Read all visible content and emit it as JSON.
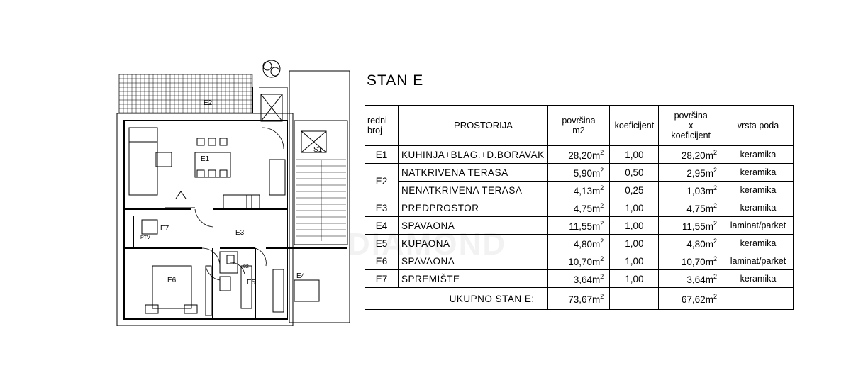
{
  "plan": {
    "room_labels": [
      "E1",
      "E2",
      "E3",
      "E4",
      "E5",
      "E6",
      "E7",
      "S1"
    ],
    "equipment_label": "PTV",
    "dimension": "82"
  },
  "title": "STAN E",
  "table": {
    "headers": {
      "num": [
        "redni",
        "broj"
      ],
      "name": "PROSTORIJA",
      "area": [
        "površina",
        "m2"
      ],
      "coef": "koeficijent",
      "prod": [
        "površina",
        "x",
        "koeficijent"
      ],
      "floor": "vrsta poda"
    },
    "unit": "m",
    "unit_exp": "2",
    "groups": [
      {
        "num": "E1",
        "rows": [
          {
            "name": "KUHINJA+BLAG.+D.BORAVAK",
            "area": "28,20",
            "coef": "1,00",
            "prod": "28,20",
            "floor": "keramika"
          }
        ]
      },
      {
        "num": "E2",
        "rows": [
          {
            "name": "NATKRIVENA TERASA",
            "area": "5,90",
            "coef": "0,50",
            "prod": "2,95",
            "floor": "keramika"
          },
          {
            "name": "NENATKRIVENA TERASA",
            "area": "4,13",
            "coef": "0,25",
            "prod": "1,03",
            "floor": "keramika"
          }
        ]
      },
      {
        "num": "E3",
        "rows": [
          {
            "name": "PREDPROSTOR",
            "area": "4,75",
            "coef": "1,00",
            "prod": "4,75",
            "floor": "keramika"
          }
        ]
      },
      {
        "num": "E4",
        "rows": [
          {
            "name": "SPAVAONA",
            "area": "11,55",
            "coef": "1,00",
            "prod": "11,55",
            "floor": "laminat/parket"
          }
        ]
      },
      {
        "num": "E5",
        "rows": [
          {
            "name": "KUPAONA",
            "area": "4,80",
            "coef": "1,00",
            "prod": "4,80",
            "floor": "keramika"
          }
        ]
      },
      {
        "num": "E6",
        "rows": [
          {
            "name": "SPAVAONA",
            "area": "10,70",
            "coef": "1,00",
            "prod": "10,70",
            "floor": "laminat/parket"
          }
        ]
      },
      {
        "num": "E7",
        "rows": [
          {
            "name": "SPREMIŠTE",
            "area": "3,64",
            "coef": "1,00",
            "prod": "3,64",
            "floor": "keramika"
          }
        ]
      }
    ],
    "total": {
      "label": "UKUPNO STAN E:",
      "area": "73,67",
      "prod": "67,62"
    }
  }
}
